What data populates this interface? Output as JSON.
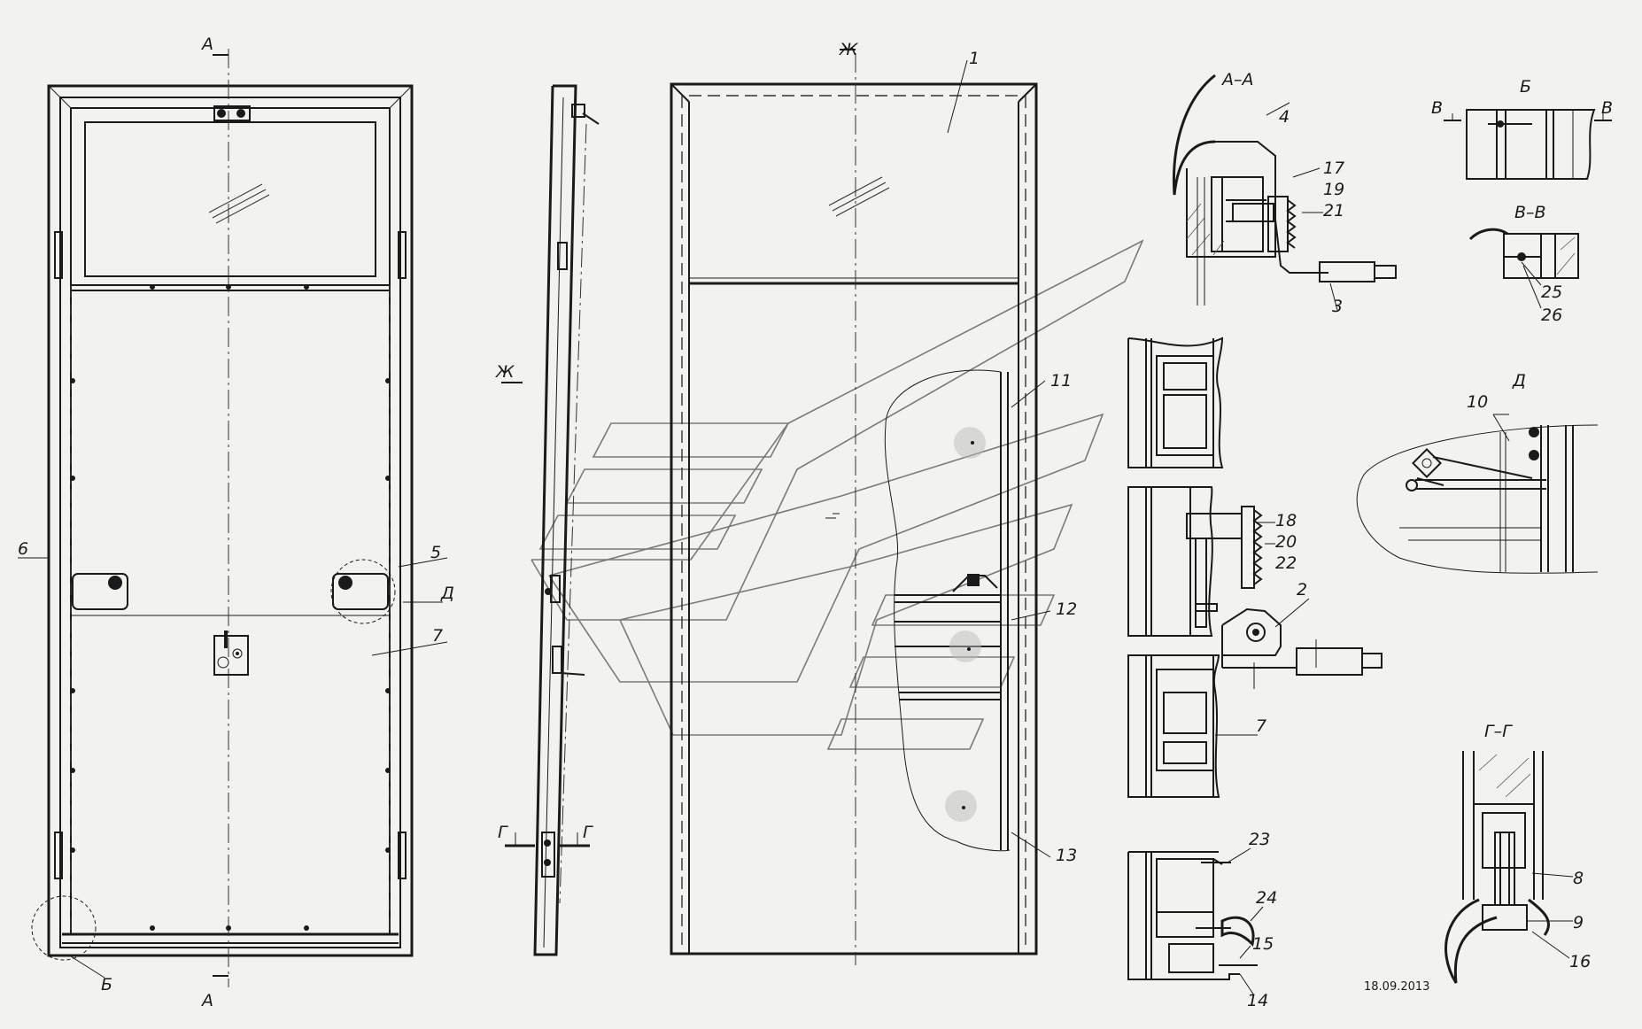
{
  "section_markers": {
    "a_top": "А",
    "a_bottom": "А",
    "zh_top": "Ж",
    "zh_side": "Ж",
    "g_left": "Г",
    "g_right": "Г",
    "v_left": "В",
    "v_right": "В"
  },
  "view_titles": {
    "section_a": "А–А",
    "detail_b": "Б",
    "section_v": "В–В",
    "detail_d": "Д",
    "section_g": "Г–Г"
  },
  "callouts": {
    "c1": "1",
    "c2": "2",
    "c3": "3",
    "c4": "4",
    "c5": "5",
    "c6": "6",
    "c7a": "7",
    "c7b": "7",
    "c8": "8",
    "c9": "9",
    "c10": "10",
    "c11": "11",
    "c12": "12",
    "c13": "13",
    "c14": "14",
    "c15": "15",
    "c16": "16",
    "c17": "17",
    "c18": "18",
    "c19": "19",
    "c20": "20",
    "c21": "21",
    "c22": "22",
    "c23": "23",
    "c24": "24",
    "c25": "25",
    "c26": "26",
    "detail_b_ref": "Б",
    "detail_d_ref": "Д"
  },
  "date_stamp": "18.09.2013"
}
